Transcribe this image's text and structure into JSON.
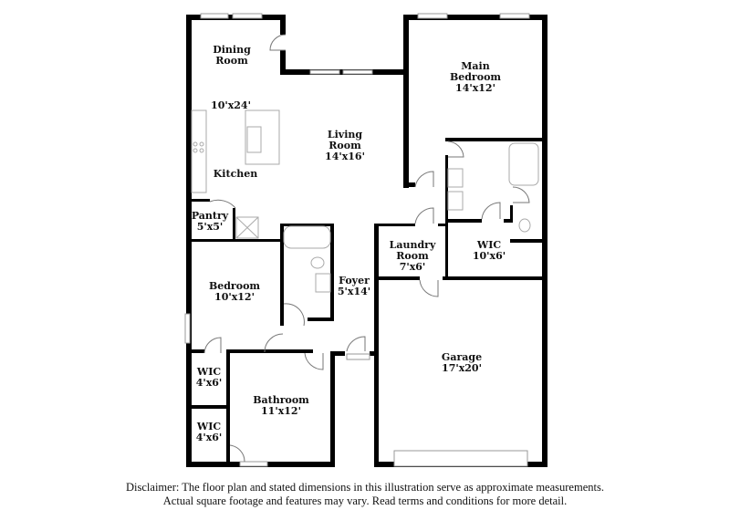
{
  "rooms": [
    {
      "id": "dining",
      "name": "Dining Room",
      "name_lines": [
        "Dining",
        "Room"
      ],
      "size": ""
    },
    {
      "id": "kitchen_size",
      "name": "",
      "size": "10'x24'"
    },
    {
      "id": "kitchen",
      "name": "Kitchen",
      "size": ""
    },
    {
      "id": "living",
      "name_lines": [
        "Living",
        "Room"
      ],
      "size": "14'x16'"
    },
    {
      "id": "main_bedroom",
      "name_lines": [
        "Main",
        "Bedroom"
      ],
      "size": "14'x12'"
    },
    {
      "id": "pantry",
      "name": "Pantry",
      "size": "5'x5'"
    },
    {
      "id": "laundry",
      "name_lines": [
        "Laundry",
        "Room"
      ],
      "size": "7'x6'"
    },
    {
      "id": "wic_main",
      "name": "WIC",
      "size": "10'x6'"
    },
    {
      "id": "bedroom",
      "name": "Bedroom",
      "size": "10'x12'"
    },
    {
      "id": "foyer",
      "name": "Foyer",
      "size": "5'x14'"
    },
    {
      "id": "garage",
      "name": "Garage",
      "size": "17'x20'"
    },
    {
      "id": "wic_1",
      "name": "WIC",
      "size": "4'x6'"
    },
    {
      "id": "bathroom",
      "name": "Bathroom",
      "size": "11'x12'"
    },
    {
      "id": "wic_2",
      "name": "WIC",
      "size": "4'x6'"
    }
  ],
  "disclaimer": {
    "line1": "Disclaimer: The floor plan and stated dimensions in this illustration serve as approximate measurements.",
    "line2": "Actual square footage and features may vary. Read terms and conditions for more detail."
  },
  "colors": {
    "wall": "#000000",
    "background": "#ffffff"
  }
}
